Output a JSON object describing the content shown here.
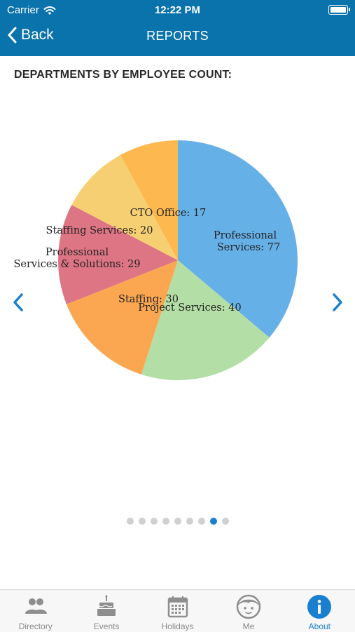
{
  "status_bar": {
    "carrier": "Carrier",
    "time": "12:22 PM"
  },
  "nav": {
    "back_label": "Back",
    "title": "REPORTS"
  },
  "section": {
    "title": "DEPARTMENTS BY EMPLOYEE COUNT:"
  },
  "chart_data": {
    "type": "pie",
    "title": "",
    "slices": [
      {
        "label": "Professional Services",
        "value": 77,
        "color": "#66b0e8"
      },
      {
        "label": "Project Services",
        "value": 40,
        "color": "#b3dfa6"
      },
      {
        "label": "Staffing",
        "value": 30,
        "color": "#fba752"
      },
      {
        "label": "Professional Services & Solutions",
        "value": 29,
        "color": "#de7584"
      },
      {
        "label": "Staffing Services",
        "value": 20,
        "color": "#f6cf72"
      },
      {
        "label": "CTO Office",
        "value": 17,
        "color": "#fdb94f"
      }
    ],
    "labels": [
      {
        "lines": [
          "Professional",
          "Services: 77"
        ]
      },
      {
        "lines": [
          "Project Services: 40"
        ]
      },
      {
        "lines": [
          "Staffing: 30"
        ]
      },
      {
        "lines": [
          "Professional",
          "Services & Solutions: 29"
        ]
      },
      {
        "lines": [
          "Staffing Services: 20"
        ]
      },
      {
        "lines": [
          "CTO Office: 17"
        ]
      }
    ]
  },
  "pager": {
    "count": 9,
    "active_index": 7
  },
  "tabs": [
    {
      "label": "Directory",
      "icon": "people-icon"
    },
    {
      "label": "Events",
      "icon": "cake-icon"
    },
    {
      "label": "Holidays",
      "icon": "calendar-icon"
    },
    {
      "label": "Me",
      "icon": "face-icon"
    },
    {
      "label": "About",
      "icon": "info-icon",
      "active": true
    }
  ],
  "colors": {
    "accent": "#1a7fd1",
    "header": "#0b73ab",
    "tab_inactive": "#8a8a8a"
  }
}
